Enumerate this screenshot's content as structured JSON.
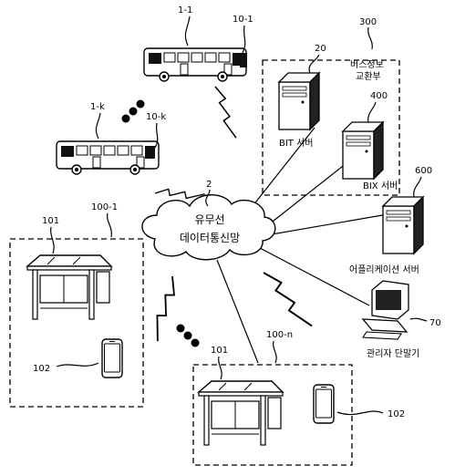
{
  "network": {
    "line1": "유무선",
    "line2": "데이터통신망",
    "ref": "2"
  },
  "buses": [
    {
      "ref": "1-1",
      "device": "10-1"
    },
    {
      "ref": "1-k",
      "device": "10-k"
    }
  ],
  "servers": {
    "group_ref": "300",
    "group_label_1": "버스정보",
    "group_label_2": "교환부",
    "bit": {
      "ref": "20",
      "label": "BIT 서버"
    },
    "bix": {
      "ref": "400",
      "label": "BIX 서버"
    },
    "app": {
      "ref": "600",
      "label": "어플리케이션 서버"
    }
  },
  "terminal": {
    "ref": "70",
    "label": "관리자 단말기"
  },
  "stops": [
    {
      "ref": "100-1",
      "shelter": "101",
      "phone": "102"
    },
    {
      "ref": "100-n",
      "shelter": "101",
      "phone": "102"
    }
  ]
}
